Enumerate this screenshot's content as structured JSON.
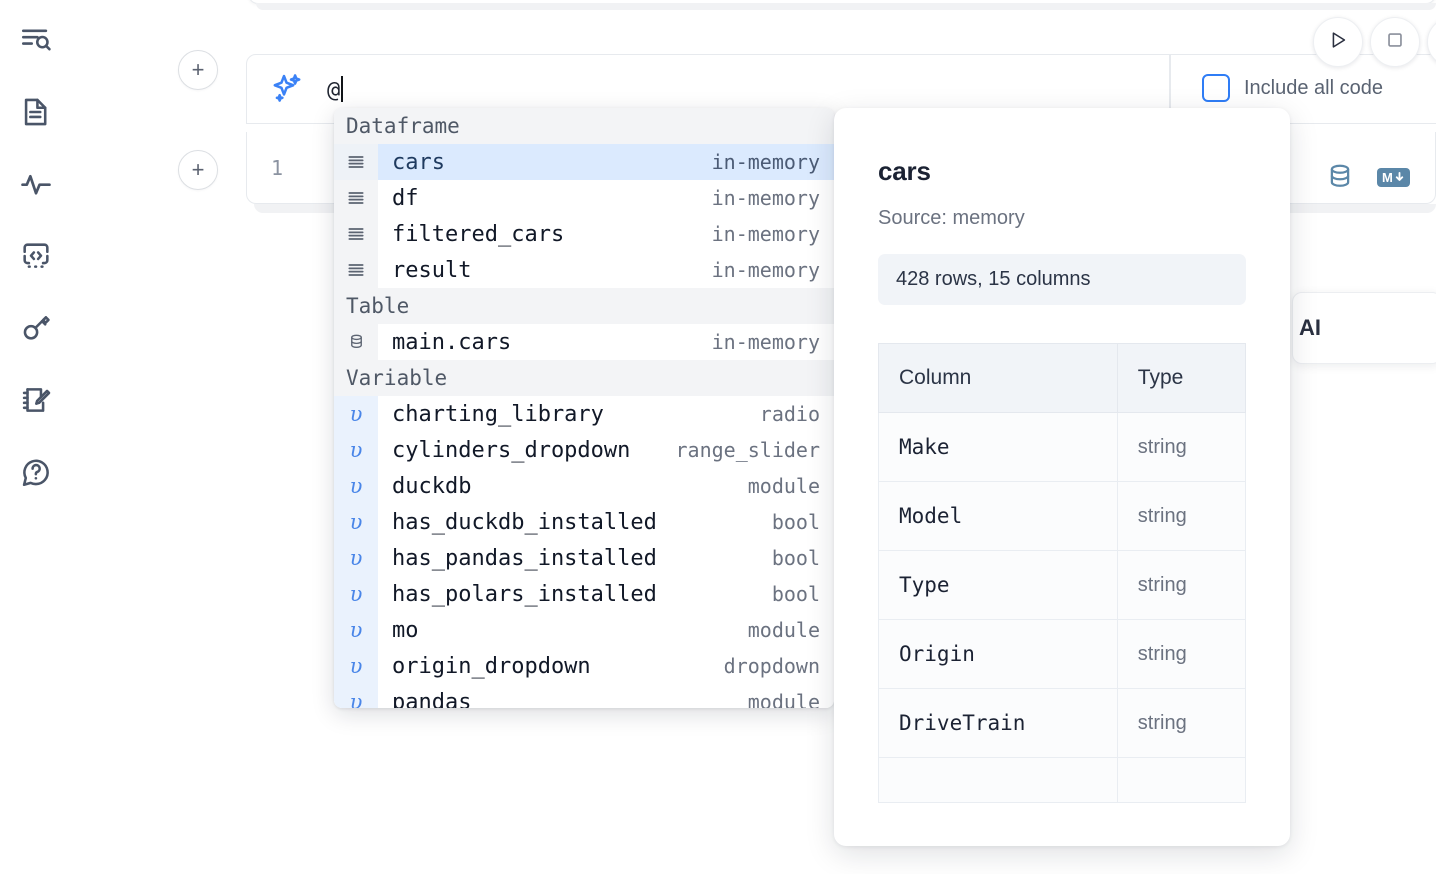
{
  "sidebar": {
    "items": [
      {
        "name": "explore-icon",
        "label": "Explore"
      },
      {
        "name": "document-icon",
        "label": "Notebook"
      },
      {
        "name": "activity-icon",
        "label": "Activity"
      },
      {
        "name": "snippets-icon",
        "label": "Snippets"
      },
      {
        "name": "key-icon",
        "label": "Secrets"
      },
      {
        "name": "scratchpad-icon",
        "label": "Scratchpad"
      },
      {
        "name": "help-icon",
        "label": "Help"
      }
    ]
  },
  "gutter": {
    "add_label": "+"
  },
  "ai_bar": {
    "icon": "sparkle-icon",
    "value": "@",
    "placeholder": "",
    "include_all_code_label": "Include all code",
    "include_all_code_checked": false,
    "accent_color": "#3b82f6"
  },
  "toolbar": {
    "run_icon": "play-icon",
    "stop_icon": "stop-icon",
    "more_icon": "circle-icon"
  },
  "cell": {
    "line_number": "1",
    "code": "",
    "actions": [
      {
        "name": "database-icon",
        "label": "SQL"
      },
      {
        "name": "markdown-icon",
        "label": "M"
      }
    ],
    "markdown_badge": "M",
    "icon_color": "#5b87a8"
  },
  "ai_card": {
    "label": "AI"
  },
  "autocomplete": {
    "selected_index": 0,
    "selected_bg": "#dbeafe",
    "groups": [
      {
        "label": "Dataframe",
        "icon": "list-icon",
        "items": [
          {
            "name": "cars",
            "type": "in-memory",
            "selected": true
          },
          {
            "name": "df",
            "type": "in-memory",
            "selected": false
          },
          {
            "name": "filtered_cars",
            "type": "in-memory",
            "selected": false
          },
          {
            "name": "result",
            "type": "in-memory",
            "selected": false
          }
        ]
      },
      {
        "label": "Table",
        "icon": "database-icon",
        "items": [
          {
            "name": "main.cars",
            "type": "in-memory",
            "selected": false
          }
        ]
      },
      {
        "label": "Variable",
        "icon": "variable-icon",
        "items": [
          {
            "name": "charting_library",
            "type": "radio",
            "selected": false
          },
          {
            "name": "cylinders_dropdown",
            "type": "range_slider",
            "selected": false
          },
          {
            "name": "duckdb",
            "type": "module",
            "selected": false
          },
          {
            "name": "has_duckdb_installed",
            "type": "bool",
            "selected": false
          },
          {
            "name": "has_pandas_installed",
            "type": "bool",
            "selected": false
          },
          {
            "name": "has_polars_installed",
            "type": "bool",
            "selected": false
          },
          {
            "name": "mo",
            "type": "module",
            "selected": false
          },
          {
            "name": "origin_dropdown",
            "type": "dropdown",
            "selected": false
          },
          {
            "name": "pandas",
            "type": "module",
            "selected": false
          }
        ]
      }
    ]
  },
  "detail": {
    "title": "cars",
    "source": "Source: memory",
    "shape": "428 rows, 15 columns",
    "columns_header": "Column",
    "type_header": "Type",
    "rows": [
      {
        "column": "Make",
        "type": "string"
      },
      {
        "column": "Model",
        "type": "string"
      },
      {
        "column": "Type",
        "type": "string"
      },
      {
        "column": "Origin",
        "type": "string"
      },
      {
        "column": "DriveTrain",
        "type": "string"
      },
      {
        "column": "",
        "type": ""
      }
    ]
  }
}
